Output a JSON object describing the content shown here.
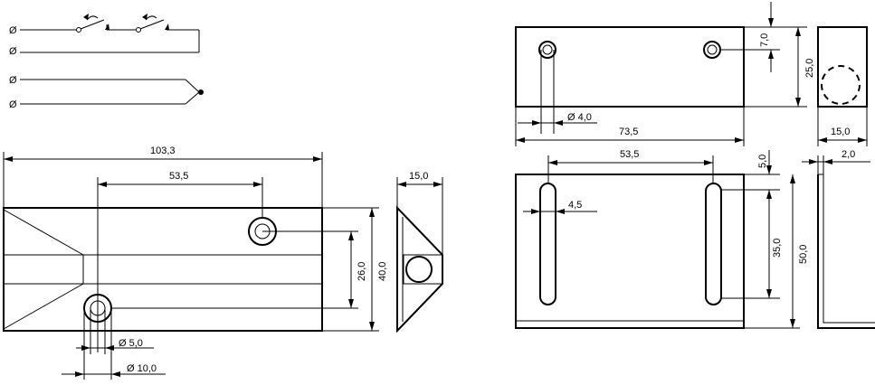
{
  "dimensions": {
    "left_overall_length": "103,3",
    "left_hole_spacing": "53,5",
    "left_end_width": "15,0",
    "left_inner_height": "26,0",
    "left_outer_height": "40,0",
    "left_hole_small_dia": "Ø 5,0",
    "left_hole_large_dia": "Ø 10,0",
    "right_hole_dia": "Ø 4,0",
    "right_overall_length": "73,5",
    "right_hole_offset": "7,0",
    "right_height": "25,0",
    "right_side_width": "15,0",
    "bracket_slot_spacing": "53,5",
    "bracket_slot_width": "4,5",
    "bracket_top_offset": "5,0",
    "bracket_thickness": "2,0",
    "bracket_slot_length": "35,0",
    "bracket_height": "50,0"
  },
  "schematic": {
    "terminal_symbol": "Ø"
  }
}
